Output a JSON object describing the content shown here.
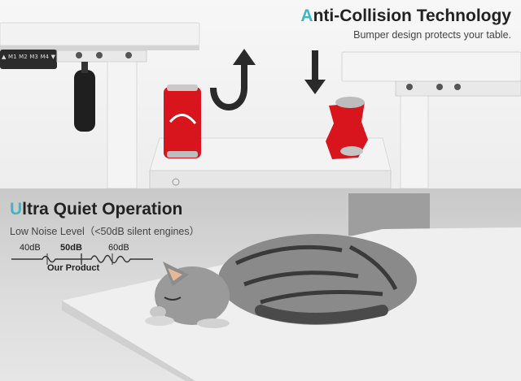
{
  "collision": {
    "title_accent": "A",
    "title_rest": "nti-Collision Technology",
    "subtitle": "Bumper design protects your table."
  },
  "quiet": {
    "title_accent": "U",
    "title_rest": "ltra Quiet Operation",
    "subtitle": "Low Noise Level（<50dB silent engines）"
  },
  "noise_scale": {
    "low": "40dB",
    "ours": "50dB",
    "high": "60dB",
    "ours_caption": "Our Product"
  },
  "control_panel": {
    "buttons": [
      "▲",
      "M1",
      "M2",
      "M3",
      "M4",
      "▼"
    ]
  },
  "colors": {
    "accent": "#3fb6c7",
    "can_red": "#d8141c"
  }
}
